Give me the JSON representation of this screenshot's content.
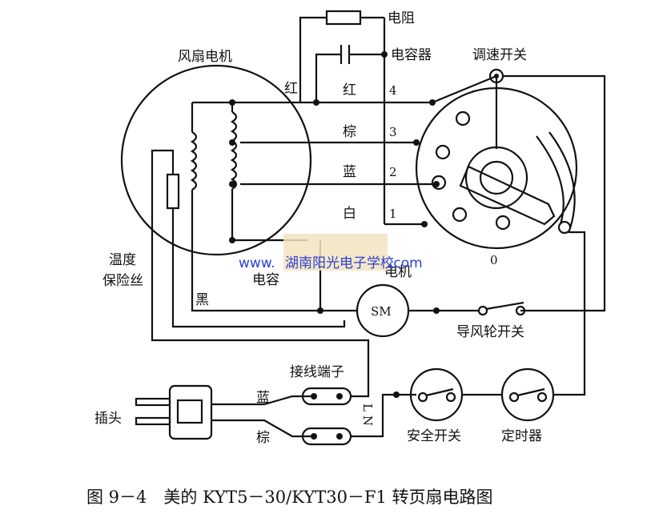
{
  "labels": {
    "resistor": "电阻",
    "capacitor": "电容器",
    "speed_switch": "调速开关",
    "fan_motor": "风扇电机",
    "motor_red": "红",
    "wire_red": "红",
    "wire_brown": "棕",
    "wire_blue": "蓝",
    "wire_white": "白",
    "pos4": "4",
    "pos3": "3",
    "pos2": "2",
    "pos1": "1",
    "pos0": "0",
    "fuse": "温度",
    "fuse2": "保险丝",
    "black": "黑",
    "cap2": "电容",
    "motor2": "电机",
    "sm": "SM",
    "guide_switch": "导风轮开关",
    "terminal": "接线端子",
    "plug": "插头",
    "plug_blue": "蓝",
    "plug_brown": "棕",
    "ln": "L N",
    "safety_switch": "安全开关",
    "timer": "定时器"
  },
  "watermark": {
    "left": "www.",
    "mid": "湖南阳光电子学校",
    "right": ".com"
  },
  "caption": "图 9－4　美的 KYT5－30/KYT30－F1 转页扇电路图"
}
